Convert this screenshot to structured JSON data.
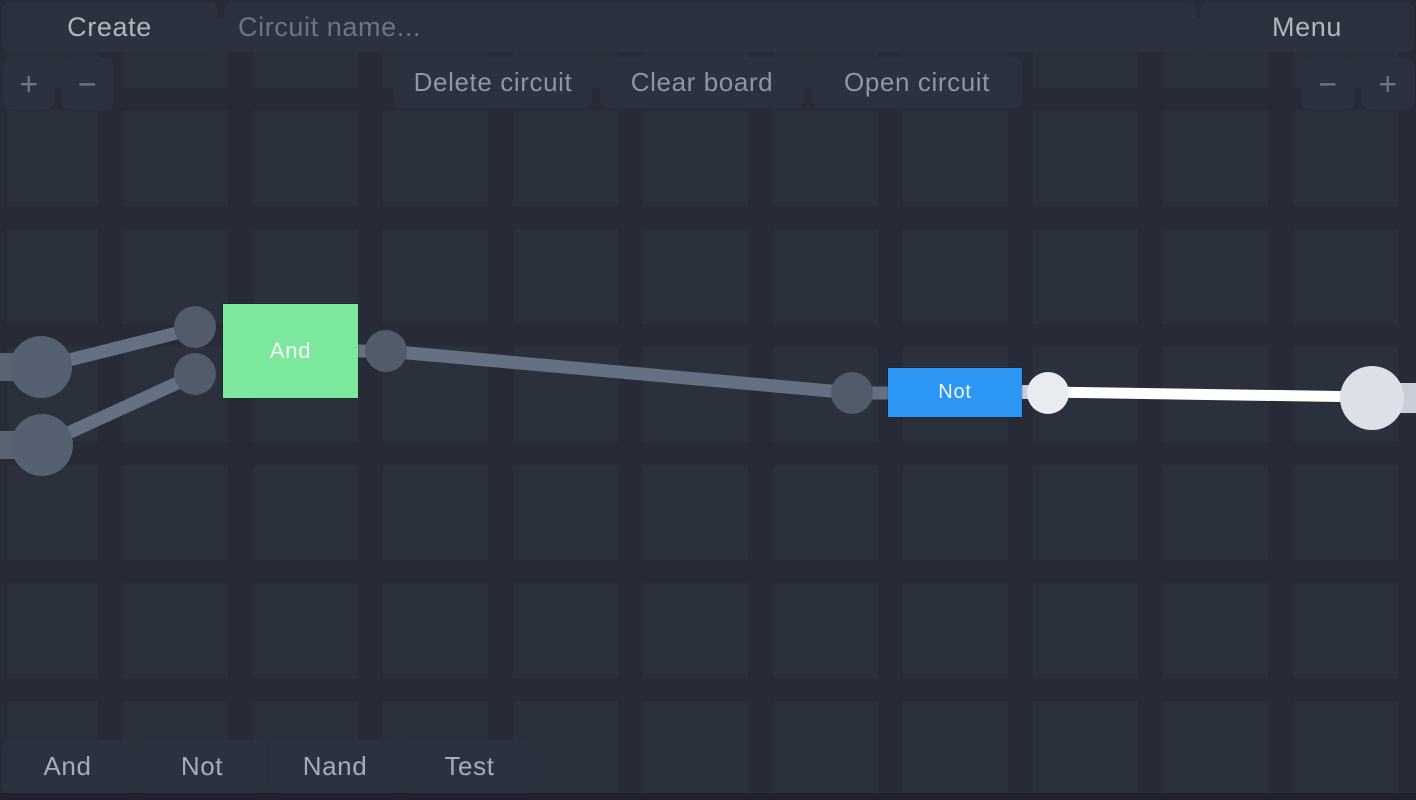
{
  "header": {
    "create_label": "Create",
    "circuit_name_placeholder": "Circuit name...",
    "circuit_name_value": "",
    "menu_label": "Menu"
  },
  "toolbar": {
    "delete_label": "Delete circuit",
    "clear_label": "Clear board",
    "open_label": "Open circuit"
  },
  "zoom_controls": {
    "plus": "+",
    "minus": "−"
  },
  "palette": {
    "items": [
      {
        "label": "And"
      },
      {
        "label": "Not"
      },
      {
        "label": "Nand"
      },
      {
        "label": "Test"
      }
    ]
  },
  "circuit": {
    "inputs": [
      {
        "state": "off"
      },
      {
        "state": "off"
      }
    ],
    "gates": [
      {
        "type": "and",
        "label": "And",
        "state": "off"
      },
      {
        "type": "not",
        "label": "Not",
        "state": "on"
      }
    ],
    "output": {
      "state": "on"
    }
  },
  "colors": {
    "and_gate": "#7ce89e",
    "not_gate": "#2b96f3",
    "node_off": "#556070",
    "node_on": "#dce0e9",
    "pin_off": "#525b6a",
    "pin_on": "#e8ebf0",
    "wire_off": "#667083",
    "stub_off": "#5a6372",
    "wire_on": "#ffffff",
    "stub_on": "#c9cfd9"
  }
}
